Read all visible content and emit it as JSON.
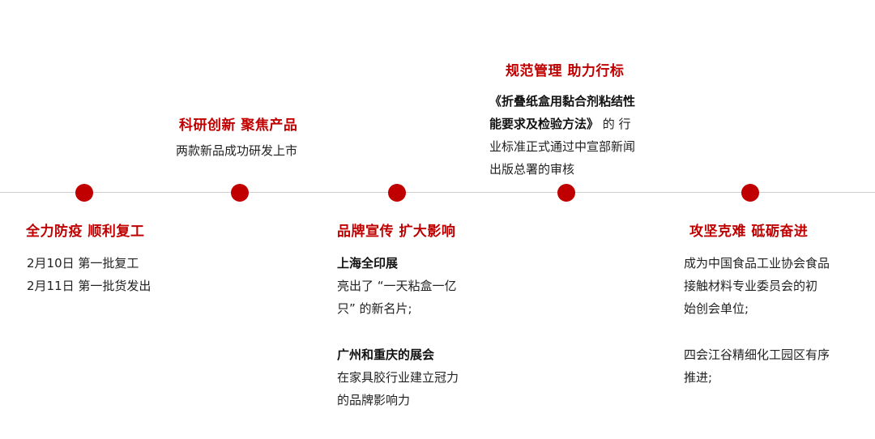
{
  "colors": {
    "accent": "#c00000",
    "axis": "#cfcfcf",
    "text": "#222222"
  },
  "milestones": [
    {
      "title": "全力防疫 顺利复工",
      "lines": [
        "2月10日 第一批复工",
        "2月11日 第一批货发出"
      ]
    },
    {
      "title": "科研创新 聚焦产品",
      "lines": [
        "两款新品成功研发上市"
      ]
    },
    {
      "title": "品牌宣传 扩大影响",
      "group1_head": "上海全印展",
      "group1_lines": [
        "亮出了 “一天粘盒一亿",
        "只” 的新名片;"
      ],
      "group2_head": "广州和重庆的展会",
      "group2_lines": [
        "在家具胶行业建立冠力",
        "的品牌影响力"
      ]
    },
    {
      "title": "规范管理 助力行标",
      "bold_line1": "《折叠纸盒用黏合剂粘结性",
      "bold_line2": "能要求及检验方法》",
      "line2_tail": " 的 行",
      "lines": [
        "业标准正式通过中宣部新闻",
        "出版总署的审核"
      ]
    },
    {
      "title": "攻坚克难 砥砺奋进",
      "group1_lines": [
        "成为中国食品工业协会食品",
        "接触材料专业委员会的初",
        "始创会单位;"
      ],
      "group2_lines": [
        "四会江谷精细化工园区有序",
        "推进;"
      ]
    }
  ]
}
